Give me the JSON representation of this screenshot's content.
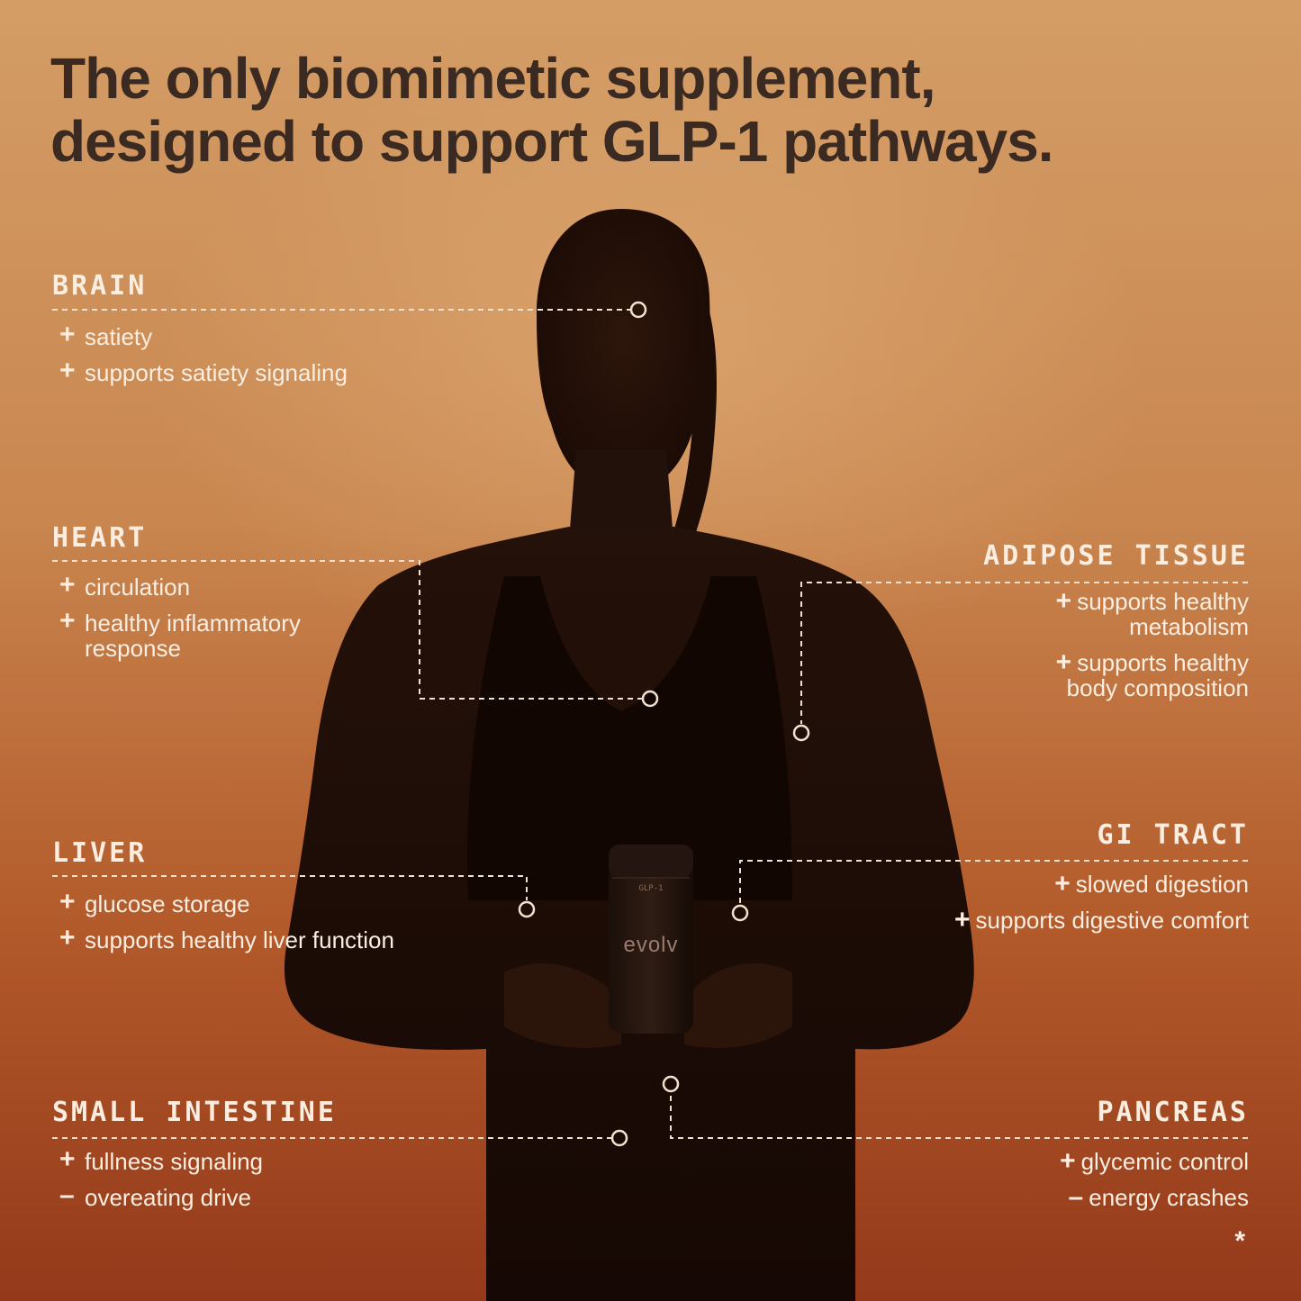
{
  "headline": {
    "line1": "The only biomimetic supplement,",
    "line2": "designed to support GLP-1 pathways."
  },
  "product": {
    "brand": "evolv",
    "label": "GLP-1"
  },
  "organs": {
    "brain": {
      "title": "BRAIN",
      "benefits": [
        {
          "sign": "+",
          "text": "satiety"
        },
        {
          "sign": "+",
          "text": "supports satiety signaling"
        }
      ]
    },
    "heart": {
      "title": "HEART",
      "benefits": [
        {
          "sign": "+",
          "text": "circulation"
        },
        {
          "sign": "+",
          "line1": "healthy inflammatory",
          "line2": "response"
        }
      ]
    },
    "adipose": {
      "title": "ADIPOSE TISSUE",
      "benefits": [
        {
          "sign": "+",
          "line1": "supports healthy",
          "line2": "metabolism"
        },
        {
          "sign": "+",
          "line1": "supports healthy",
          "line2": "body composition"
        }
      ]
    },
    "liver": {
      "title": "LIVER",
      "benefits": [
        {
          "sign": "+",
          "text": "glucose storage"
        },
        {
          "sign": "+",
          "text": "supports healthy liver function"
        }
      ]
    },
    "gi_tract": {
      "title": "GI TRACT",
      "benefits": [
        {
          "sign": "+",
          "text": "slowed digestion"
        },
        {
          "sign": "+",
          "text": "supports digestive comfort"
        }
      ]
    },
    "small_intestine": {
      "title": "SMALL INTESTINE",
      "benefits": [
        {
          "sign": "+",
          "text": "fullness signaling"
        },
        {
          "sign": "–",
          "text": "overeating drive"
        }
      ]
    },
    "pancreas": {
      "title": "PANCREAS",
      "benefits": [
        {
          "sign": "+",
          "text": "glycemic control"
        },
        {
          "sign": "–",
          "text": "energy crashes"
        }
      ]
    }
  },
  "footnote": "*",
  "colors": {
    "background_top": "#d49d66",
    "background_bottom": "#94391a",
    "headline": "#3a2a22",
    "label_text": "#fbeee0",
    "silhouette": "#1c0c06"
  }
}
